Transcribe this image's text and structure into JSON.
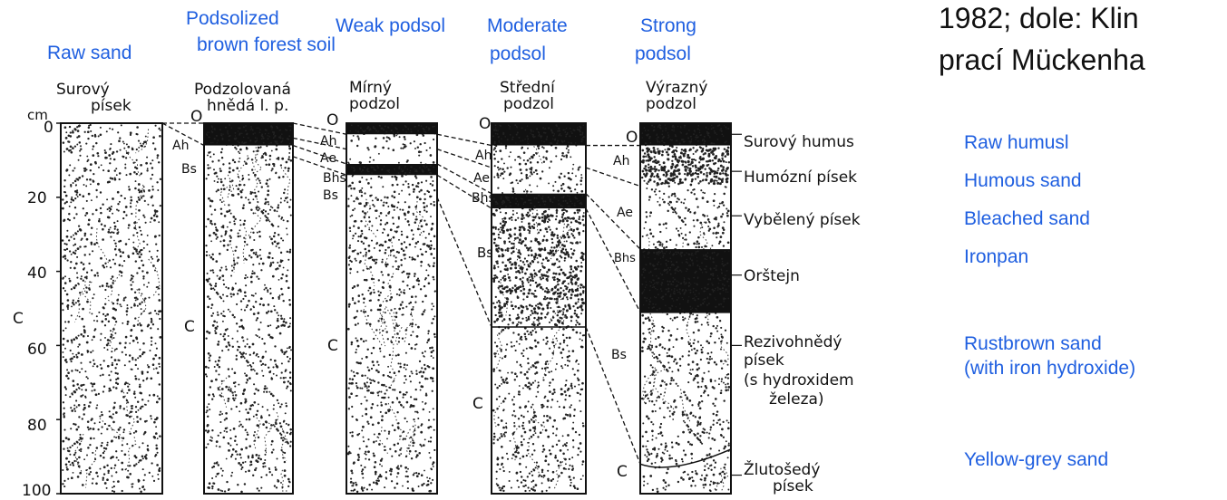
{
  "header_fragment": {
    "line1": "1982; dole: Klin",
    "line2": "prací Mückenha"
  },
  "profile_labels_en": {
    "raw_sand": "Raw sand",
    "podsolized_line1": "Podsolized",
    "podsolized_line2": "brown forest soil",
    "weak_podsol": "Weak podsol",
    "moderate_line1": "Moderate",
    "moderate_line2": "podsol",
    "strong_line1": "Strong",
    "strong_line2": "podsol"
  },
  "profile_labels_cz": {
    "surovy_line1": "Surový",
    "surovy_line2": "písek",
    "podzol_line1": "Podzolovaná",
    "podzol_line2": "hnědá l. p.",
    "mirny_line1": "Mírný",
    "mirny_line2": "podzol",
    "stredni_line1": "Střední",
    "stredni_line2": "podzol",
    "vyrazny_line1": "Výrazný",
    "vyrazny_line2": "podzol"
  },
  "depth_axis": {
    "unit": "cm",
    "ticks": [
      "0",
      "20",
      "40",
      "60",
      "80",
      "100"
    ]
  },
  "horizon_symbols": {
    "O": "O",
    "Ah": "Ah",
    "Ae": "Ae",
    "Bhs": "Bhs",
    "Bs": "Bs",
    "C": "C"
  },
  "layer_labels_cz": {
    "surovy_humus": "Surový humus",
    "humozni_pisek": "Humózní písek",
    "vybeleny_pisek": "Vybělený písek",
    "ortstejn": "Orštejn",
    "rez_line1": "Rezivohnědý",
    "rez_line2": "písek",
    "rez_line3": "(s hydroxidem",
    "rez_line4": "železa)",
    "zluto_line1": "Žlutošedý",
    "zluto_line2": "písek"
  },
  "layer_labels_en": {
    "raw_humus": "Raw humusl",
    "humous_sand": "Humous sand",
    "bleached_sand": "Bleached sand",
    "ironpan": "Ironpan",
    "rustbrown_line1": "Rustbrown sand",
    "rustbrown_line2": "(with iron hydroxide)",
    "yellow_grey": "Yellow-grey  sand"
  }
}
